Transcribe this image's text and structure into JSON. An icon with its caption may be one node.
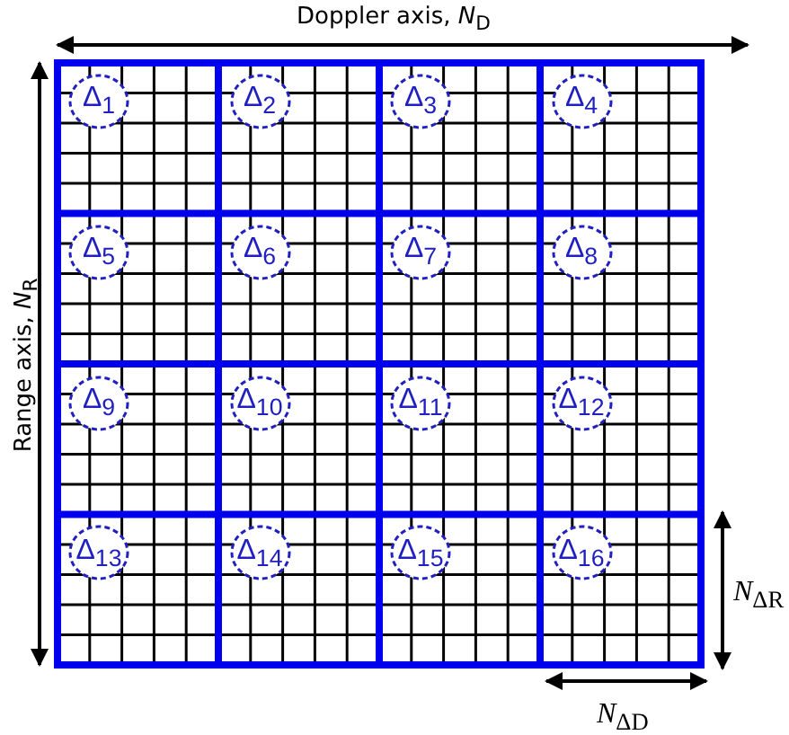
{
  "diagram": {
    "nodes": [
      {
        "text": [
          "Δ$_{1}$"
        ]
      },
      {
        "text": [
          "Δ$_{2}$"
        ]
      },
      {
        "text": [
          "Δ$_{3}$"
        ]
      },
      {
        "text": [
          "Δ$_{4}$"
        ]
      },
      {
        "text": [
          "Δ$_{5}$"
        ]
      },
      {
        "text": [
          "Δ$_{6}$"
        ]
      },
      {
        "text": [
          "Δ$_{7}$"
        ]
      },
      {
        "text": [
          "Δ$_{8}$"
        ]
      },
      {
        "text": [
          "Δ$_{9}$"
        ]
      },
      {
        "text": [
          "Δ$_{10}$"
        ]
      },
      {
        "text": [
          "Δ$_{11}$"
        ]
      },
      {
        "text": [
          "Δ$_{12}$"
        ]
      },
      {
        "text": [
          "Δ$_{13}$"
        ]
      },
      {
        "text": [
          "Δ$_{14}$"
        ]
      },
      {
        "text": [
          "Δ$_{15}$"
        ]
      },
      {
        "text": [
          "Δ$_{16}$"
        ]
      }
    ],
    "edges": [],
    "labels": [
      "Doppler axis, *N*$_{D}$",
      "Range axis, *N*$_{R}$",
      "*N*$_{ΔR}$",
      "*N*$_{ΔD}$"
    ]
  }
}
